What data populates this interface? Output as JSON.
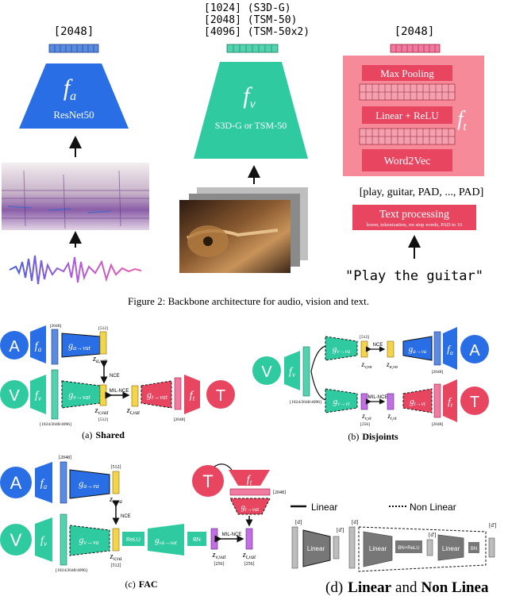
{
  "colors": {
    "audio": "#2a6ee6",
    "video": "#2fcaa0",
    "text": "#e84660",
    "text_panel": "#f68a98",
    "vec_blue": "#5b8be0",
    "vec_green": "#54d2b0",
    "vec_yellow": "#f2d54a",
    "vec_purple": "#c070e0",
    "vec_pink": "#f07aa0"
  },
  "top": {
    "audio": {
      "dim": "[2048]",
      "symbol": "f",
      "sub": "a",
      "name": "ResNet50"
    },
    "video": {
      "dims": [
        "[1024] (S3D-G)",
        "[2048] (TSM-50)",
        "[4096] (TSM-50x2)"
      ],
      "symbol": "f",
      "sub": "v",
      "name": "S3D-G or TSM-50"
    },
    "text": {
      "dim": "[2048]",
      "symbol": "f",
      "sub": "t",
      "max_pool": "Max Pooling",
      "linear_relu": "Linear + ReLU",
      "word2vec": "Word2Vec",
      "tokens": "[play, guitar, PAD, ..., PAD]",
      "processing": "Text processing",
      "processing_note": "lower, tokenization, rm stop words, PAD to 16",
      "input": "\"Play the guitar\""
    }
  },
  "caption": "Figure 2:  Backbone architecture for audio, vision and text.",
  "shared": {
    "label_a": "A",
    "label_v": "V",
    "label_t": "T",
    "fa": "f",
    "fa_sub": "a",
    "fv": "f",
    "fv_sub": "v",
    "ft": "f",
    "ft_sub": "t",
    "dim_2048": "[2048]",
    "dim_512a": "[512]",
    "dim_512v": "[512]",
    "dim_v": "[1024/2048/4096]",
    "dim_t": "[2048]",
    "g_avat": "g",
    "g_avat_sub": "a→vat",
    "g_vvat": "g",
    "g_vvat_sub": "v→vat",
    "g_tvat": "g",
    "g_tvat_sub": "t→vat",
    "z_avat": "z",
    "z_avat_sub": "a,vat",
    "z_vvat": "z",
    "z_vvat_sub": "v,vat",
    "z_tvat": "z",
    "z_tvat_sub": "t,vat",
    "nce": "NCE",
    "milnce": "MIL-NCE",
    "caption_tag": "(a)",
    "caption_name": "Shared"
  },
  "disjoint": {
    "label_a": "A",
    "label_v": "V",
    "label_t": "T",
    "fa": "f",
    "fa_sub": "a",
    "fv": "f",
    "fv_sub": "v",
    "ft": "f",
    "ft_sub": "t",
    "dim_v": "[1024/2048/4096]",
    "dim_a": "[2048]",
    "dim_t": "[2048]",
    "g_vva": "g",
    "g_vva_sub": "v→va",
    "g_ava": "g",
    "g_ava_sub": "a→va",
    "g_vvt": "g",
    "g_vvt_sub": "v→vt",
    "g_tvt": "g",
    "g_tvt_sub": "t→vt",
    "z_vva": "z",
    "z_vva_sub": "v,va",
    "z_ava": "z",
    "z_ava_sub": "a,va",
    "z_vvt": "z",
    "z_vvt_sub": "v,vt",
    "z_tvt": "z",
    "z_tvt_sub": "t,vt",
    "dim_512a": "[512]",
    "dim_512b": "[512]",
    "dim_256a": "[256]",
    "dim_256b": "[256]",
    "nce": "NCE",
    "milnce": "MIL-NCE",
    "caption_tag": "(b)",
    "caption_name": "Disjoints"
  },
  "fac": {
    "label_a": "A",
    "label_v": "V",
    "label_t": "T",
    "fa": "f",
    "fa_sub": "a",
    "fv": "f",
    "fv_sub": "v",
    "ft": "f",
    "ft_sub": "t",
    "dim_2048a": "[2048]",
    "dim_512a": "[512]",
    "dim_512b": "[512]",
    "dim_v": "[1024/2048/4096]",
    "dim_2048t": "[2048]",
    "dim_256a": "[256]",
    "dim_256b": "[256]",
    "g_ava": "g",
    "g_ava_sub": "a→va",
    "g_vva": "g",
    "g_vva_sub": "v→va",
    "g_vavat": "g",
    "g_vavat_sub": "va→vat",
    "g_tvat": "g",
    "g_tvat_sub": "t→vat",
    "z_ava": "z",
    "z_ava_sub": "a,va",
    "z_vva": "z",
    "z_vva_sub": "v,va",
    "z_vvat": "z",
    "z_vvat_sub": "v,vat",
    "z_tvat": "z",
    "z_tvat_sub": "t,vat",
    "relu": "ReLU",
    "bn": "BN",
    "nce": "NCE",
    "milnce": "MIL-NCE",
    "caption_tag": "(c)",
    "caption_name": "FAC"
  },
  "legend": {
    "linear": "Linear",
    "nonlinear": "Non Linear",
    "d_in": "[d]",
    "d_out": "[d']",
    "d_in2": "[d]",
    "d_mid": "[d']",
    "d_out2": "[d']",
    "lin_block": "Linear",
    "lin1": "Linear",
    "bnrelu": "BN+ReLU",
    "lin2": "Linear",
    "bn": "BN",
    "caption_tag": "(d)",
    "caption_name1": "Linear",
    "caption_and": "and",
    "caption_name2": "Non Linea"
  }
}
